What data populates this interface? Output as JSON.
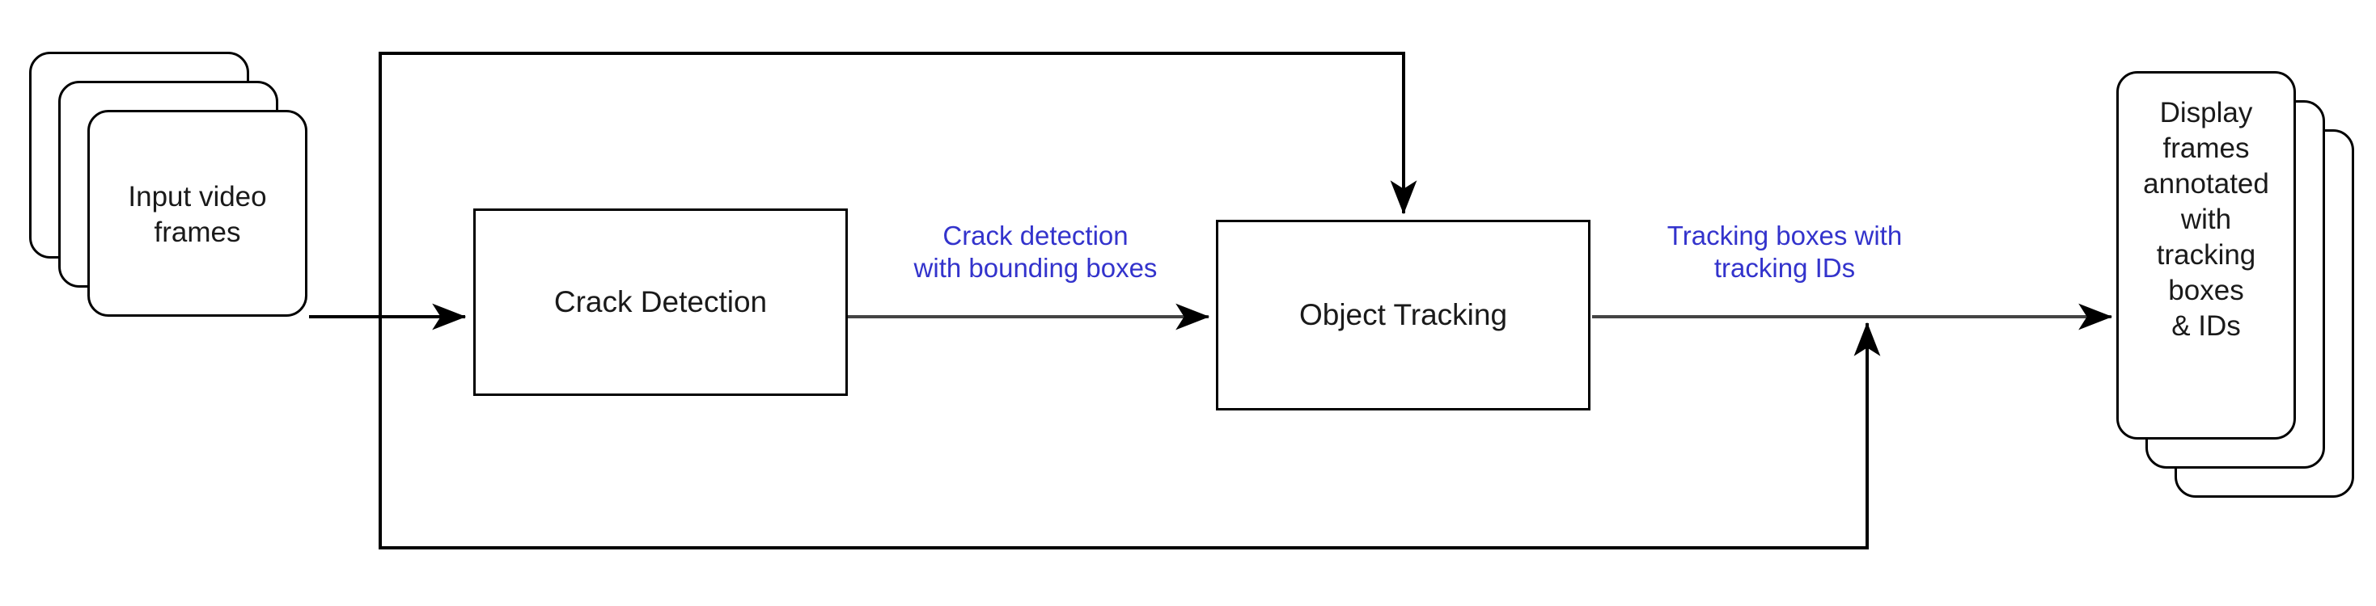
{
  "diagram": {
    "title": "Crack detection and object tracking video pipeline",
    "background_color": "#ffffff",
    "stroke_color": "#000000",
    "node_text_color": "#1a1a1a",
    "edge_label_color": "#3333cc"
  },
  "nodes": {
    "input_frames": {
      "label": "Input video\nframes",
      "shape": "stacked-rounded-rectangle",
      "stack_count": 3
    },
    "crack_detection": {
      "label": "Crack Detection",
      "shape": "rectangle"
    },
    "object_tracking": {
      "label": "Object Tracking",
      "shape": "rectangle"
    },
    "display_frames": {
      "label": "Display\nframes\nannotated\nwith\ntracking\nboxes\n& IDs",
      "shape": "stacked-rounded-rectangle",
      "stack_count": 3
    }
  },
  "edges": {
    "input_to_detection": {
      "label": "",
      "from": "input_frames",
      "to": "crack_detection",
      "arrow": true
    },
    "detection_to_tracking": {
      "label": "Crack detection\nwith bounding boxes",
      "from": "crack_detection",
      "to": "object_tracking",
      "arrow": true
    },
    "tracking_to_display": {
      "label": "Tracking boxes with\ntracking IDs",
      "from": "object_tracking",
      "to": "display_frames",
      "arrow": true
    },
    "top_feedback": {
      "label": "",
      "from": "input_frames",
      "to": "object_tracking",
      "arrow": true
    },
    "bottom_feedback": {
      "label": "",
      "from": "input_frames",
      "to": "tracking_to_display",
      "arrow": true
    }
  }
}
